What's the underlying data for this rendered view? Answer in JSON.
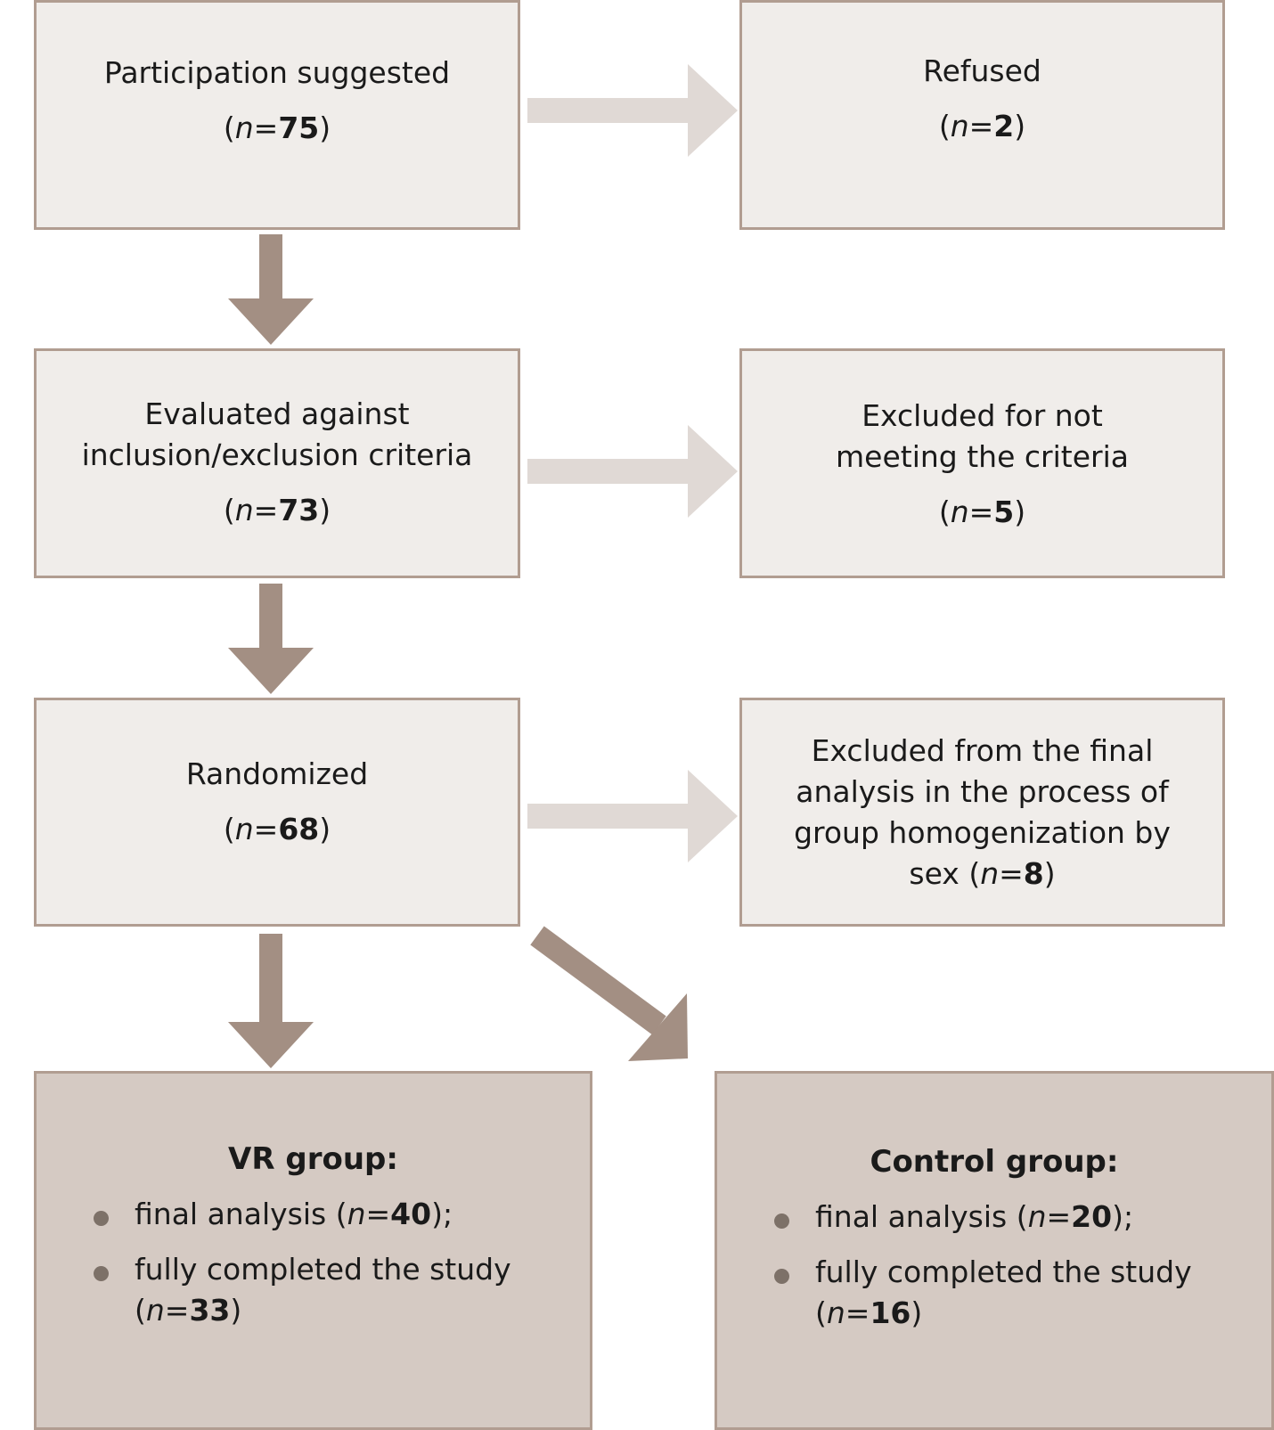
{
  "colors": {
    "box_fill": "#f0edea",
    "box_fill_dark": "#d5cac3",
    "box_border": "#b19d91",
    "arrow_main": "#a38f83",
    "arrow_side": "#e0d9d5",
    "bullet": "#7d7168"
  },
  "flow": {
    "suggested": {
      "label": "Participation suggested",
      "n": "75"
    },
    "refused": {
      "label": "Refused",
      "n": "2"
    },
    "evaluated": {
      "label_line1": "Evaluated against",
      "label_line2": "inclusion/exclusion criteria",
      "n": "73"
    },
    "excluded_criteria": {
      "label_line1": "Excluded for not",
      "label_line2": "meeting the criteria",
      "n": "5"
    },
    "randomized": {
      "label": "Randomized",
      "n": "68"
    },
    "excluded_final": {
      "label_line1": "Excluded from the final",
      "label_line2": "analysis in the process of",
      "label_line3": "group homogenization by",
      "label_line4_prefix": "sex",
      "n": "8"
    },
    "vr_group": {
      "title": "VR group:",
      "item1_label": "final analysis",
      "item1_n": "40",
      "item2_label": "fully completed the study",
      "item2_n": "33"
    },
    "control_group": {
      "title": "Control group:",
      "item1_label": "final analysis",
      "item1_n": "20",
      "item2_label": "fully completed the study",
      "item2_n": "16"
    }
  },
  "n_symbol": "n"
}
